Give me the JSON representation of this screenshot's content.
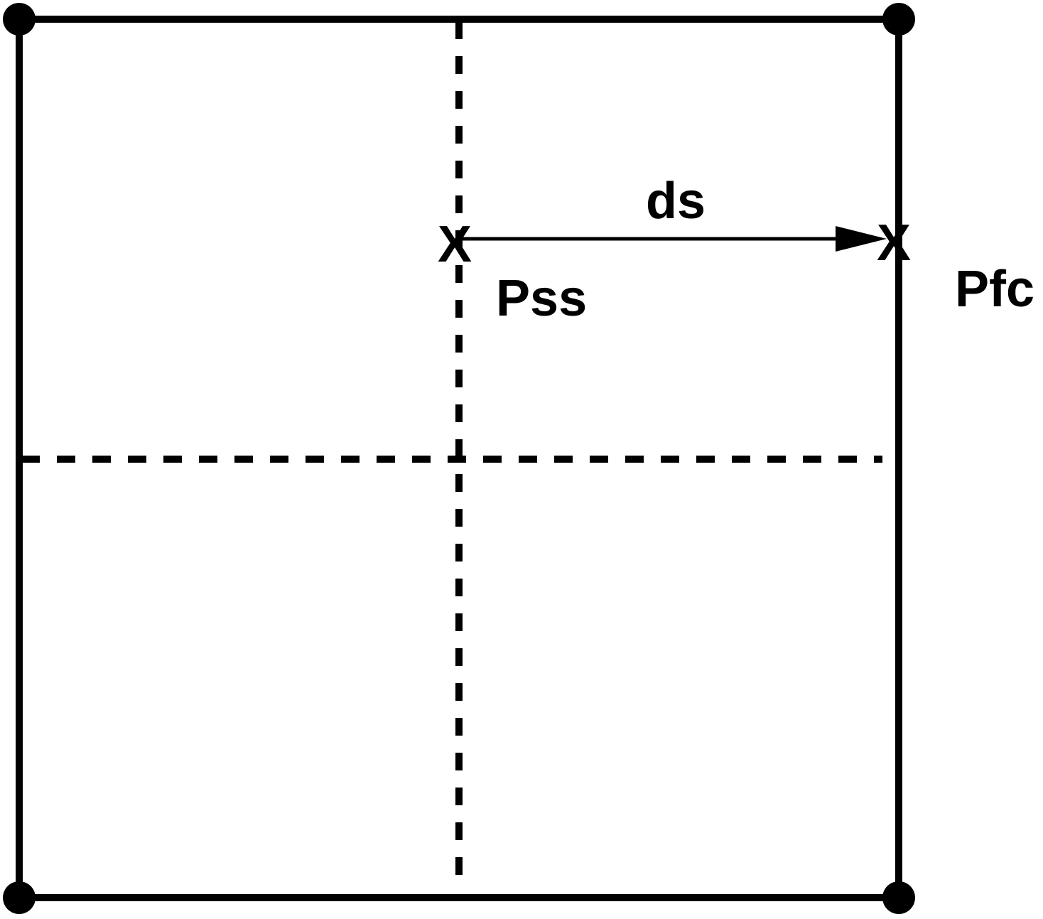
{
  "figure": {
    "background_color": "#ffffff",
    "line_color": "#000000",
    "labels": {
      "distance_arrow": "ds",
      "cell_center": "Pss",
      "face_center": "Pfc"
    },
    "markers": {
      "cell_center_marker": "X",
      "face_center_marker": "X"
    }
  }
}
